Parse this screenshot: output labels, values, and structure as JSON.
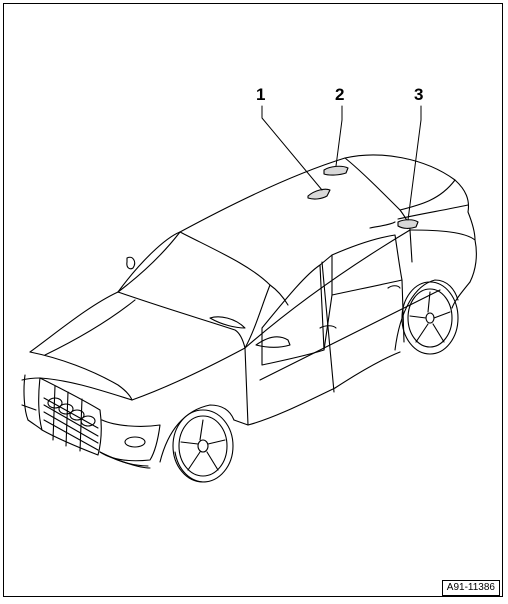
{
  "callouts": [
    {
      "label": "1"
    },
    {
      "label": "2"
    },
    {
      "label": "3"
    }
  ],
  "figure_id": "A91-11386",
  "line_color": "#000000",
  "background_color": "#ffffff",
  "part_fill_color": "#d8d8d8"
}
